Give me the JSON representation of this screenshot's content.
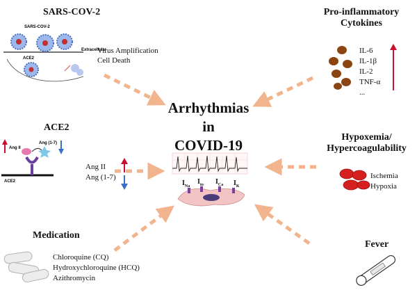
{
  "center": {
    "title_line1": "Arrhythmias",
    "title_line2": "in",
    "title_line3": "COVID-19",
    "currents": [
      "I",
      "I",
      "I",
      "I"
    ],
    "current_subs": [
      "Na",
      "to",
      "Ca",
      "K"
    ]
  },
  "sars": {
    "heading": "SARS-COV-2",
    "virus_label": "SARS-COV-2",
    "extracellular_label": "Extracellular",
    "ace2_label": "ACE2",
    "effects": [
      "Virus Amplification",
      "Cell Death"
    ]
  },
  "cytokines": {
    "heading_line1": "Pro-inflammatory",
    "heading_line2": "Cytokines",
    "items": [
      "IL-6",
      "IL-1β",
      "IL-2",
      "TNF-α",
      "..."
    ]
  },
  "ace2": {
    "heading": "ACE2",
    "diagram_labels": [
      "Ang II",
      "Ang (1-7)",
      "ACE2"
    ],
    "items": [
      "Ang II",
      "Ang (1-7)"
    ]
  },
  "hypoxemia": {
    "heading_line1": "Hypoxemia/",
    "heading_line2": "Hypercoagulability",
    "items": [
      "Ischemia",
      "Hypoxia"
    ]
  },
  "medication": {
    "heading": "Medication",
    "items": [
      "Chloroquine (CQ)",
      "Hydroxychloroquine (HCQ)",
      "Azithromycin"
    ]
  },
  "fever": {
    "heading": "Fever"
  },
  "colors": {
    "arrow": "#f2b48c",
    "up_arrow": "#c8102e",
    "down_arrow": "#3a6fc4",
    "virus": "#6b8fd6",
    "cytokine": "#8b4513",
    "rbc": "#d62020",
    "cell": "#f2c4c4"
  }
}
